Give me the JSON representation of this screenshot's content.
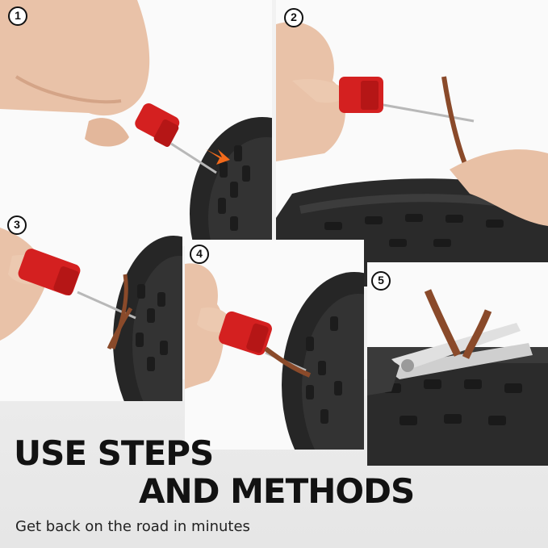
{
  "steps": [
    {
      "number": "1"
    },
    {
      "number": "2"
    },
    {
      "number": "3"
    },
    {
      "number": "4"
    },
    {
      "number": "5"
    }
  ],
  "headline": {
    "line1": "USE STEPS",
    "line2": "AND METHODS"
  },
  "subline": "Get back on the road in minutes",
  "colors": {
    "tool_red": "#d42020",
    "tire_black": "#2b2b2b",
    "plug_brown": "#8a4a2a",
    "text_dark": "#121212"
  }
}
